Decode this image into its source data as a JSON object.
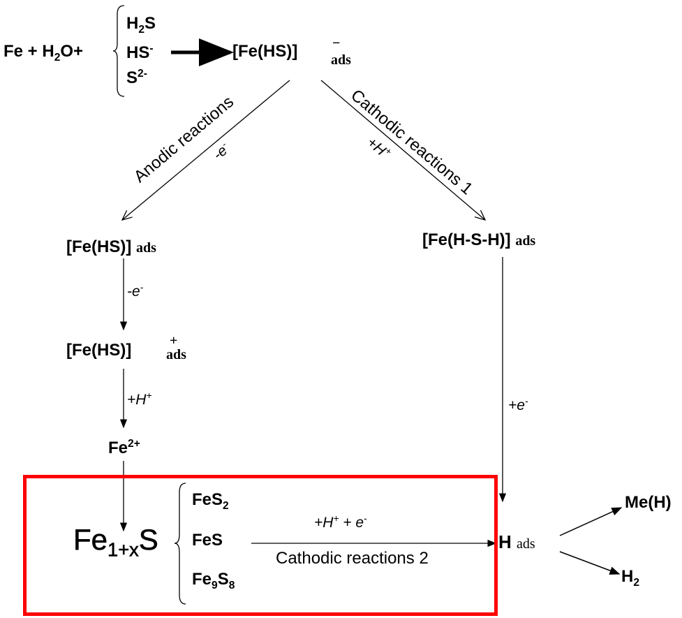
{
  "reactants": {
    "a": "Fe + H",
    "a_sub": "2",
    "a_rest": "O+"
  },
  "species": {
    "h2s_a": "H",
    "h2s_sub": "2",
    "h2s_b": "S",
    "hs": "HS",
    "hs_sup": "-",
    "s": "S",
    "s_sup": "2-"
  },
  "complex_neg": {
    "base": "[Fe(HS)]",
    "sup": "−",
    "sub": "ads"
  },
  "anodic": {
    "label": "Anodic reactions",
    "step": "-e",
    "step_sup": "-"
  },
  "cathodic1": {
    "label": "Cathodic reactions 1",
    "step": "+H",
    "step_sup": "+"
  },
  "complex_neutral": {
    "base": "[Fe(HS)]",
    "sub": "ads"
  },
  "complex_hsh": {
    "base": "[Fe(H-S-H)]",
    "sub": "ads"
  },
  "step_e": {
    "text": "-e",
    "sup": "-"
  },
  "complex_pos": {
    "base": "[Fe(HS)]",
    "sup": "+",
    "sub": "ads"
  },
  "step_h": {
    "text": "+H",
    "sup": "+"
  },
  "fe2": {
    "base": "Fe",
    "sup": "2+"
  },
  "step_e2": {
    "text": "+e",
    "sup": "-"
  },
  "sulfide": {
    "a": "Fe",
    "sub": "1+x",
    "b": "S"
  },
  "sulfides": {
    "fes2": "FeS",
    "fes2_sub": "2",
    "fes": "FeS",
    "fe9": "Fe",
    "fe9_sub": "9",
    "fe9_b": "S",
    "fe9_sub2": "8"
  },
  "cathodic2": {
    "top_a": "+H",
    "top_sup": "+",
    "top_b": " + e",
    "top_sup2": "-",
    "label": "Cathodic reactions 2"
  },
  "hads": {
    "base": "H",
    "sub": "ads"
  },
  "meh": "Me(H)",
  "h2": {
    "base": "H",
    "sub": "2"
  },
  "colors": {
    "box": "#ff0000"
  }
}
